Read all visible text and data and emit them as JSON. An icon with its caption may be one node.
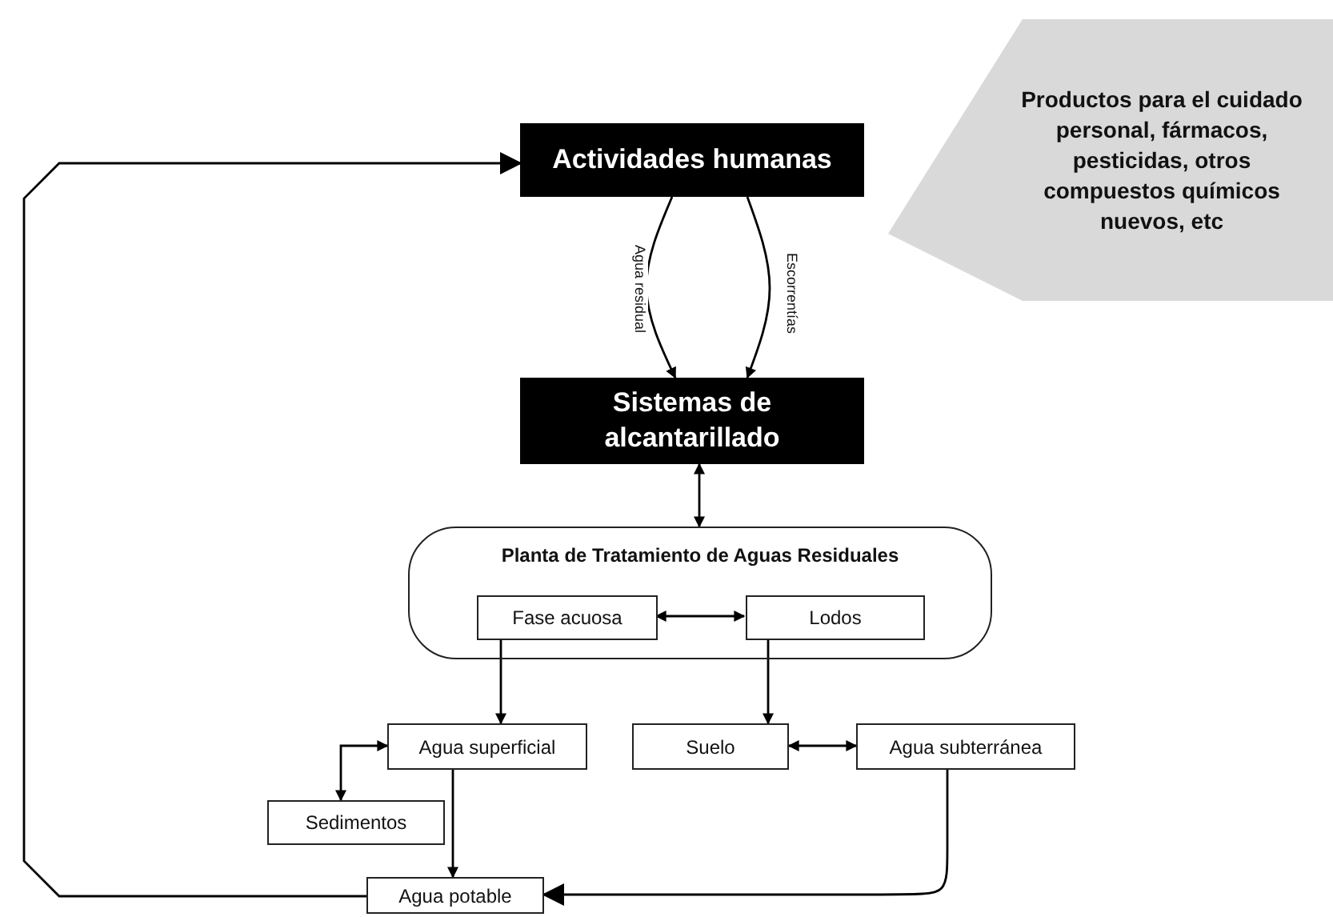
{
  "diagram": {
    "nodes": [
      {
        "text": [
          "Actividades humanas"
        ]
      },
      {
        "text": [
          "Sistemas de alcantarillado"
        ]
      },
      {
        "text": [
          "Productos para el cuidado personal, fármacos, pesticidas, otros compuestos químicos nuevos, etc"
        ]
      },
      {
        "text": [
          "Planta de Tratamiento de Aguas Residuales"
        ]
      },
      {
        "text": [
          "Fase acuosa"
        ],
        "in": 3
      },
      {
        "text": [
          "Lodos"
        ],
        "in": 3
      },
      {
        "text": [
          "Agua superficial"
        ]
      },
      {
        "text": [
          "Suelo"
        ]
      },
      {
        "text": [
          "Agua subterránea"
        ]
      },
      {
        "text": [
          "Sedimentos"
        ]
      },
      {
        "text": [
          "Agua potable"
        ]
      }
    ],
    "edges": [
      {
        "from": 10,
        "to": 0,
        "arrow": "to"
      },
      {
        "from": 0,
        "to": 1,
        "arrow": "to",
        "label": "Agua residual"
      },
      {
        "from": 0,
        "to": 1,
        "arrow": "to",
        "label": "Escorrentías"
      },
      {
        "from": 1,
        "to": 3,
        "arrow": "both"
      },
      {
        "from": 4,
        "to": 5,
        "arrow": "both"
      },
      {
        "from": 4,
        "to": 6,
        "arrow": "to"
      },
      {
        "from": 5,
        "to": 7,
        "arrow": "to"
      },
      {
        "from": 9,
        "to": 6,
        "arrow": "both"
      },
      {
        "from": 7,
        "to": 8,
        "arrow": "both"
      },
      {
        "from": 6,
        "to": 10,
        "arrow": "to"
      },
      {
        "from": 8,
        "to": 10,
        "arrow": "to"
      }
    ]
  }
}
